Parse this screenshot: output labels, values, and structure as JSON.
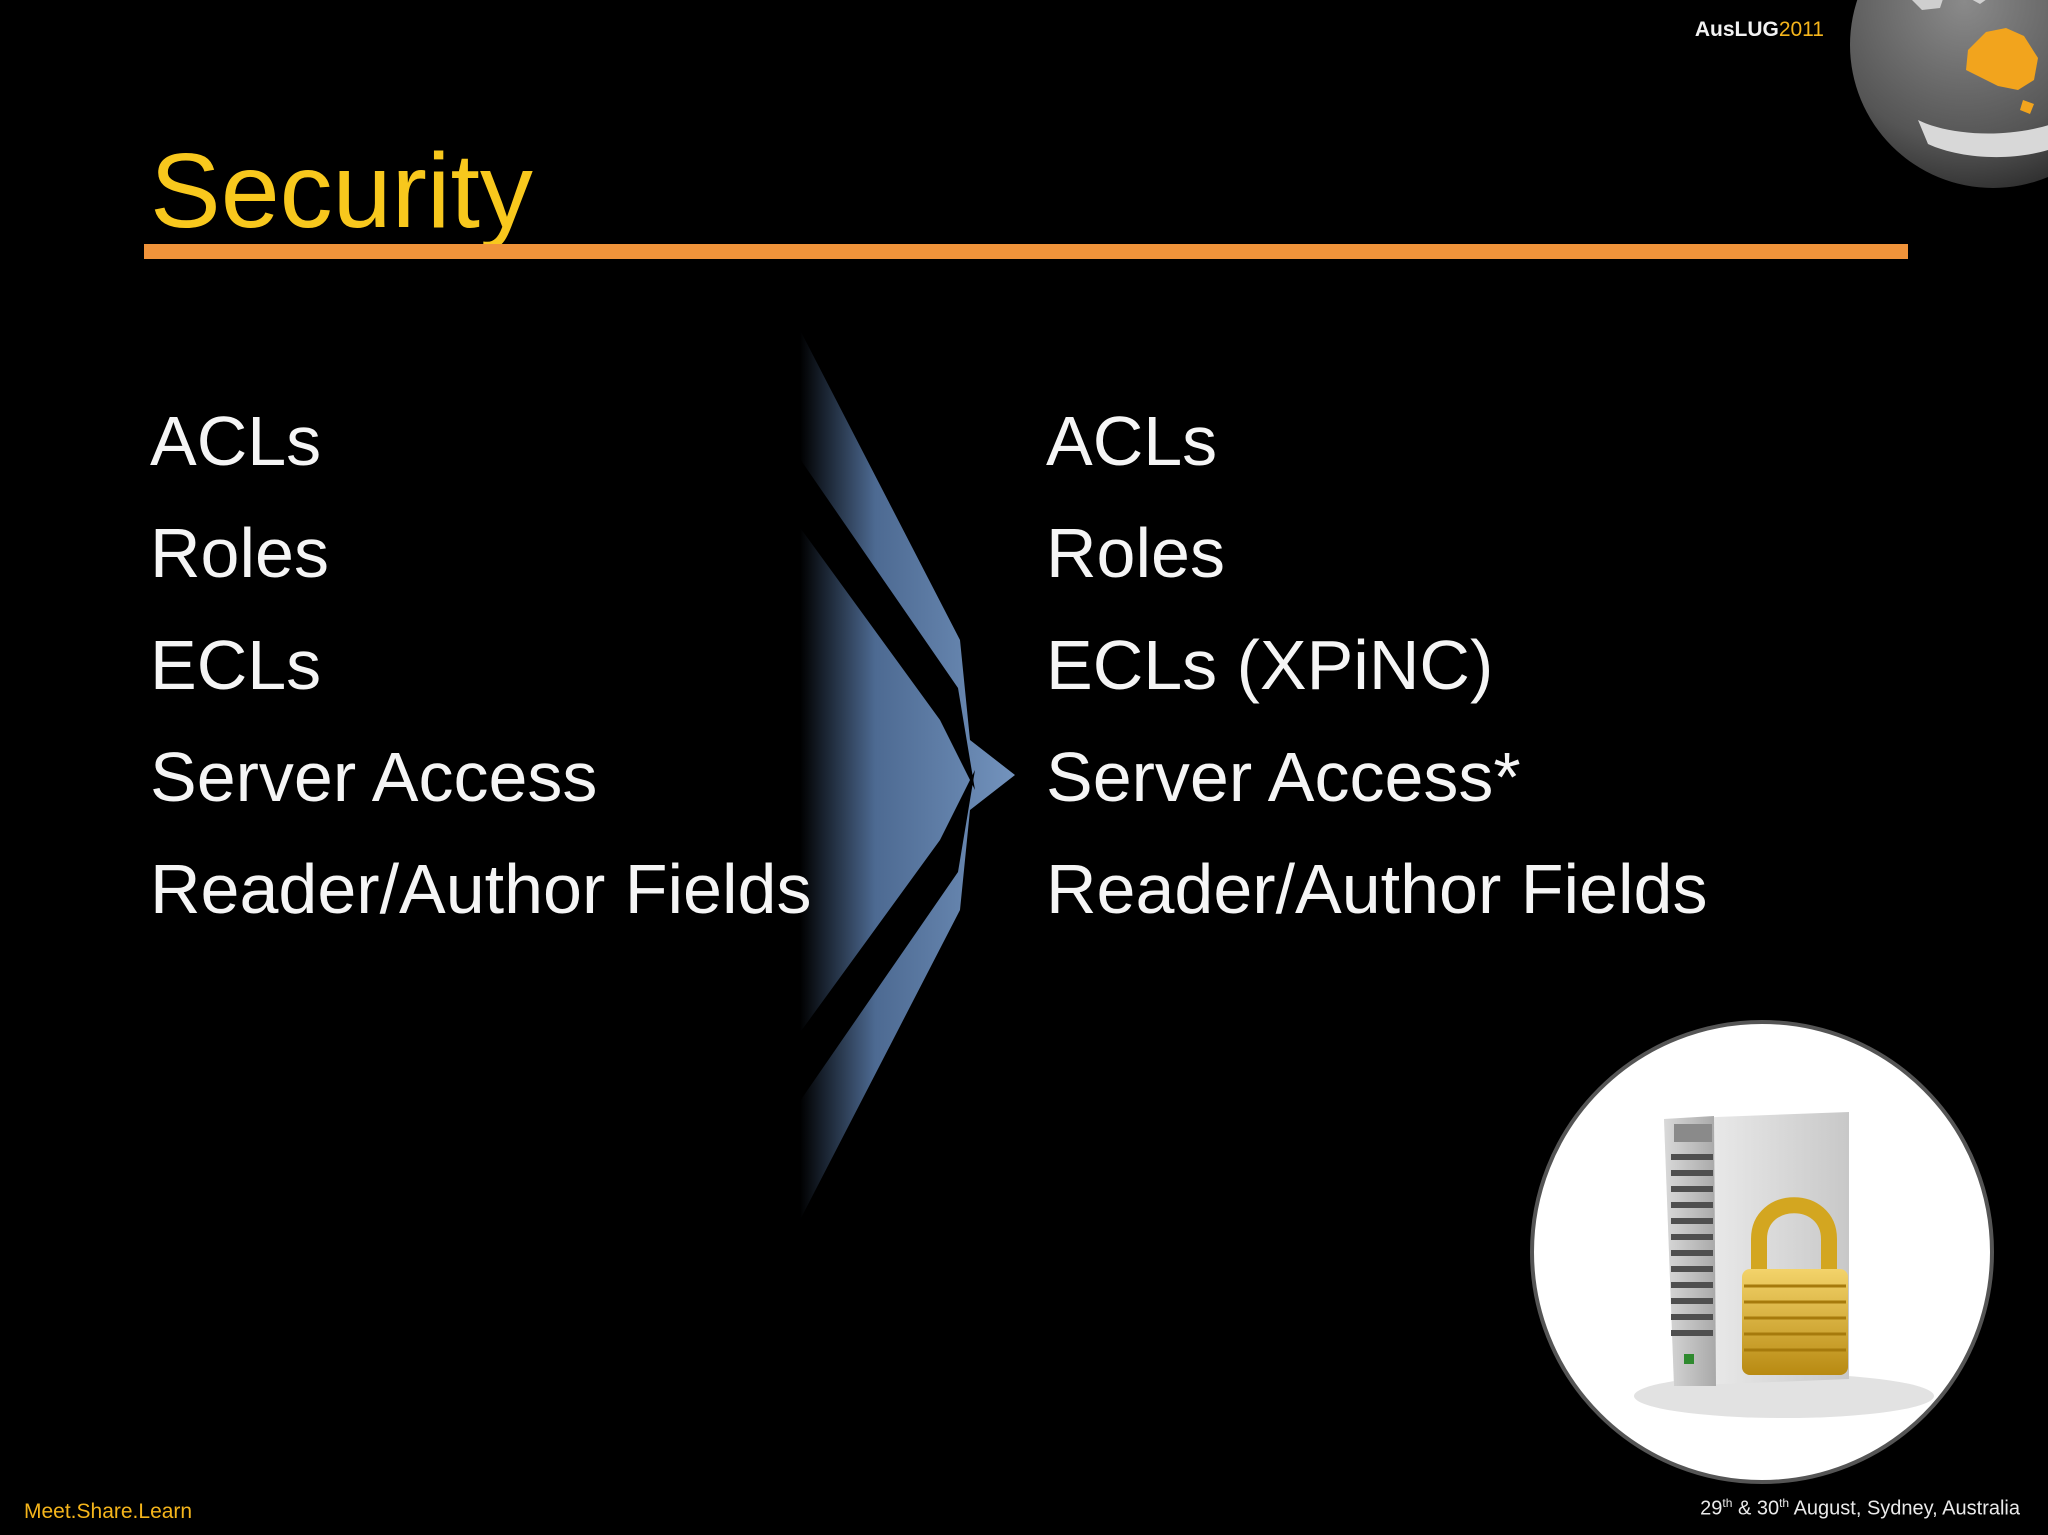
{
  "header": {
    "brand_name": "AusLUG",
    "brand_year": "2011"
  },
  "slide": {
    "title": "Security",
    "left_items": [
      "ACLs",
      "Roles",
      "ECLs",
      "Server Access",
      "Reader/Author Fields"
    ],
    "right_items": [
      "ACLs",
      "Roles",
      "ECLs (XPiNC)",
      "Server Access*",
      "Reader/Author Fields"
    ]
  },
  "footer": {
    "tagline": "Meet.Share.Learn",
    "day1": "29",
    "day1_suffix": "th",
    "connector": " & ",
    "day2": "30",
    "day2_suffix": "th",
    "rest": " August, Sydney, Australia"
  },
  "colors": {
    "title": "#f8c81d",
    "rule": "#f0933a",
    "accent_year": "#f5b51b",
    "arrow_blue": "#6b8cb8"
  },
  "icons": {
    "globe": "globe-icon",
    "arrow": "converge-arrow-icon",
    "server_lock": "server-lock-icon"
  }
}
